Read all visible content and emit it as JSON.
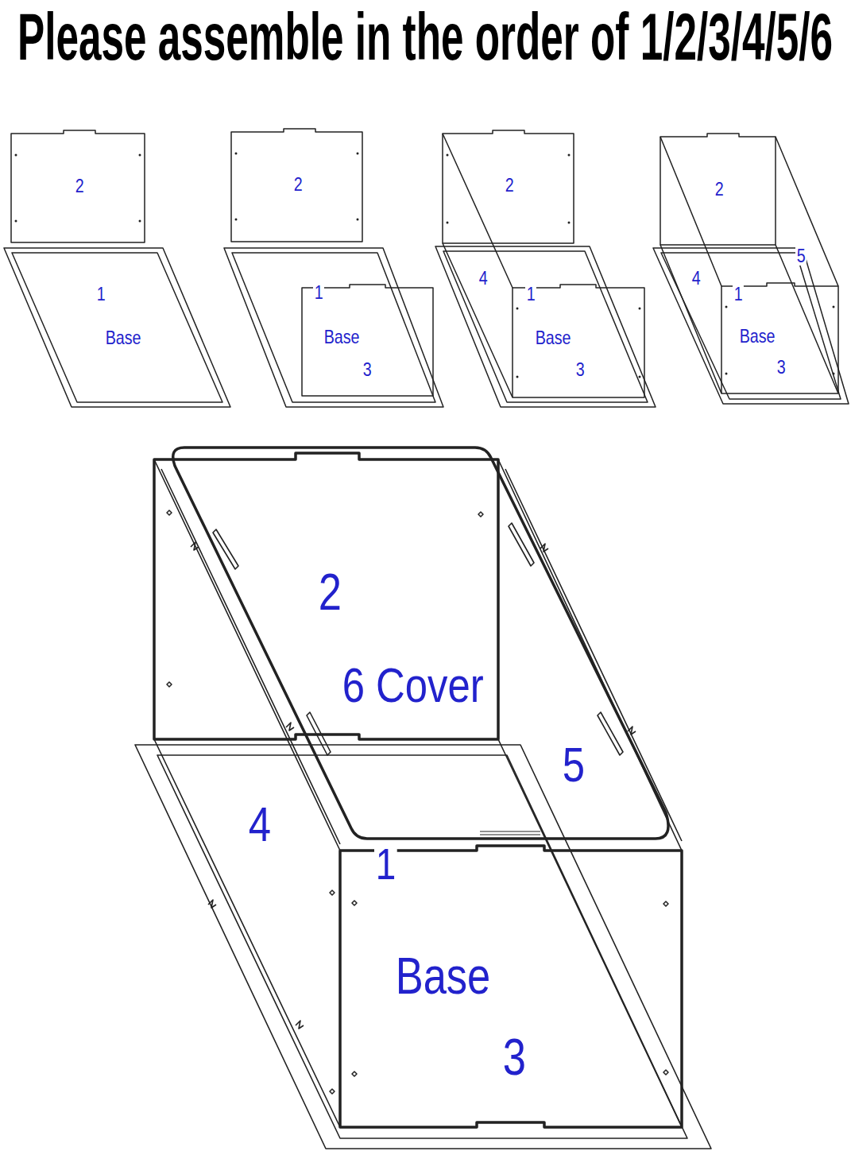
{
  "diagram": {
    "title": "Please assemble in the order of 1/2/3/4/5/6",
    "labels": [
      "2",
      "1",
      "Base",
      "2",
      "1",
      "Base",
      "3",
      "2",
      "4",
      "1",
      "Base",
      "3",
      "2",
      "5",
      "4",
      "1",
      "Base",
      "3",
      "2",
      "6 Cover",
      "5",
      "4",
      "1",
      "Base",
      "3"
    ]
  }
}
